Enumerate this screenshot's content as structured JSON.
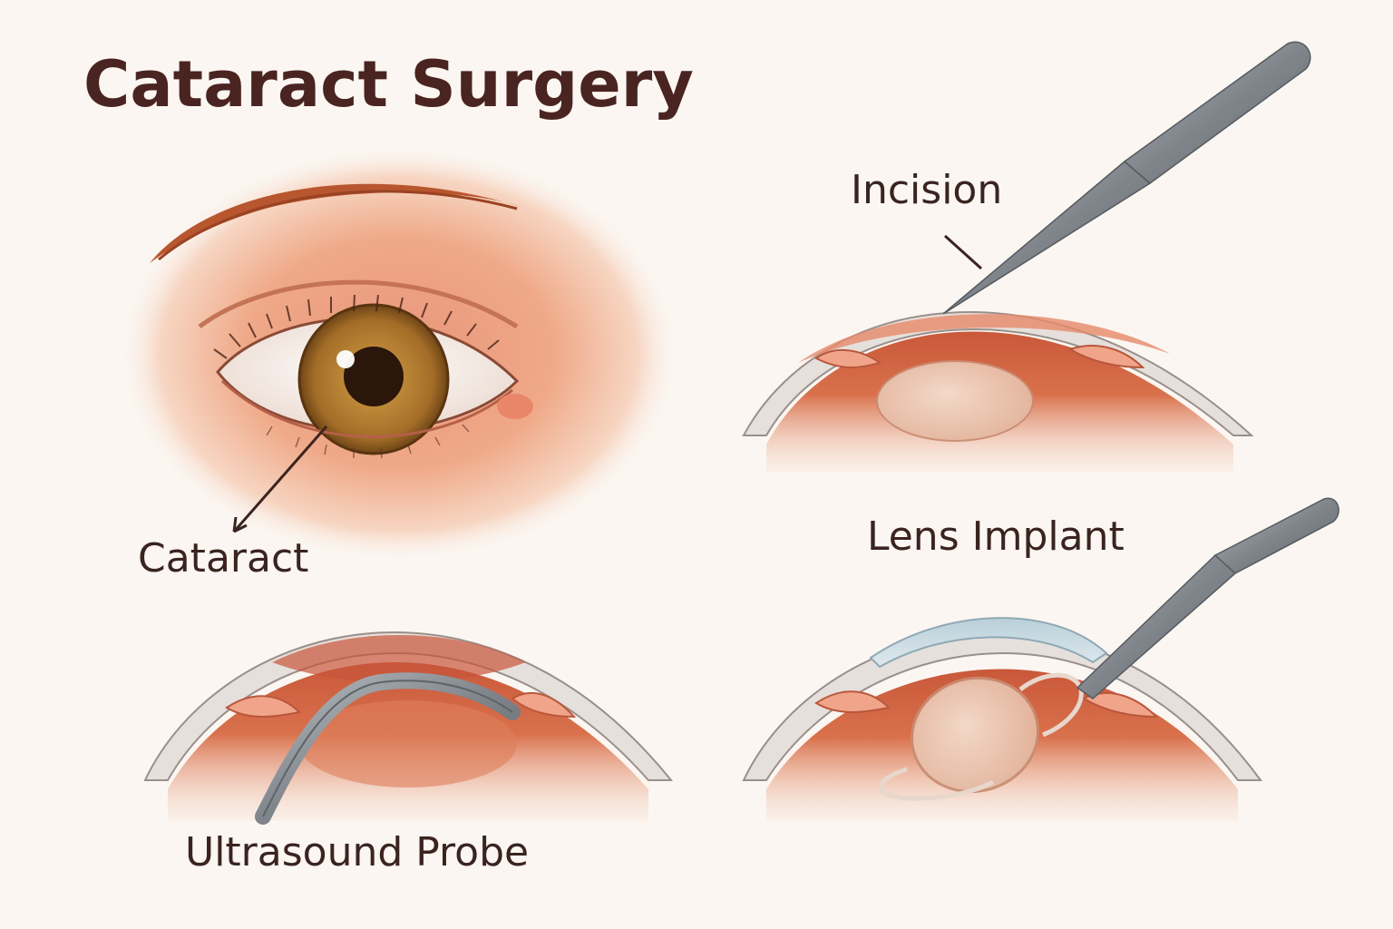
{
  "title": "Cataract Surgery",
  "labels": {
    "cataract": "Cataract",
    "incision": "Incision",
    "lens_implant": "Lens Implant",
    "ultrasound_probe": "Ultrasound Probe"
  },
  "colors": {
    "background": "#fbf6f1",
    "title": "#4a2420",
    "label": "#3a2420",
    "skin": "#e8a07a",
    "tissue": "#d86a45",
    "iris": "#a8742e",
    "instrument": "#8a9096"
  }
}
